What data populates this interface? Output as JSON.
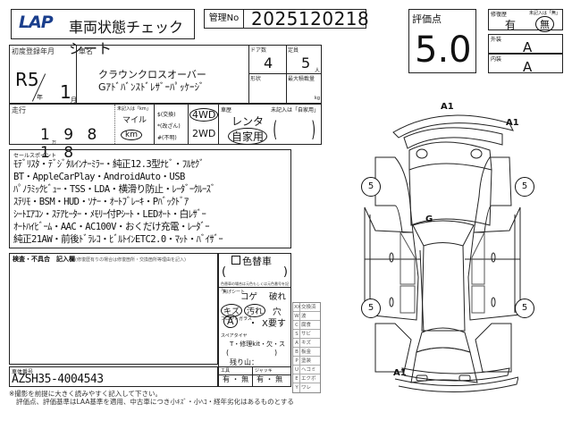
{
  "header": {
    "logo": "LAP",
    "title": "車両状態チェックシート",
    "management_no_label": "管理No",
    "management_no": "2025120218"
  },
  "grade": {
    "label": "評価点",
    "value": "5.0"
  },
  "repair_history": {
    "label": "修復歴",
    "note": "未記入は「無」",
    "option_yes": "有",
    "option_no": "無",
    "selected": "無"
  },
  "exterior": {
    "label": "外装",
    "value": "A"
  },
  "interior": {
    "label": "内装",
    "value": "A"
  },
  "registration": {
    "label": "初度登録年月",
    "era_year": "R5",
    "year_unit": "年",
    "month": "1",
    "month_unit": "月"
  },
  "car_name": {
    "label": "車名",
    "line1": "クラウンクロスオーバー",
    "line2": "Gｱﾄﾞﾊﾞﾝｽﾄﾞﾚｻﾞｰﾊﾟｯｹｰｼﾞ"
  },
  "doors": {
    "label": "ドア数",
    "value": "4"
  },
  "capacity": {
    "label": "定員",
    "value": "5",
    "unit": "人"
  },
  "shape": {
    "label": "形状",
    "value": ""
  },
  "max_load": {
    "label": "最大積載量",
    "value": "",
    "unit": "kg"
  },
  "mileage": {
    "label": "走行",
    "value": "19818",
    "display": "1 9 8 1 8",
    "man_unit": "万",
    "unit_note": "未記入は「km」",
    "unit_mile": "マイル",
    "unit_km": "km",
    "selected_unit": "km",
    "symbols": [
      "$(交換)",
      "*(改ざん)",
      "#(不明)"
    ]
  },
  "drive": {
    "opt_4wd": "4WD",
    "opt_2wd": "2WD",
    "selected": "4WD"
  },
  "usage": {
    "label": "車歴",
    "note": "未記入は「自家用」",
    "opt_rental": "レンタ",
    "opt_private": "自家用",
    "selected": "自家用",
    "paren_open": "(",
    "paren_close": ")"
  },
  "sales_points": {
    "label": "セールスポイント",
    "lines": [
      "ﾓﾃﾞﾘｽﾀ・ﾃﾞｼﾞﾀﾙｲﾝﾅｰﾐﾗｰ・純正12.3型ﾅﾋﾞ・ﾌﾙｾｸﾞ",
      "BT・AppleCarPlay・AndroidAuto・USB",
      "ﾊﾟﾉﾗﾐｯｸﾋﾞｭｰ・TSS・LDA・横滑り防止・ﾚｰﾀﾞｰｸﾙｰｽﾞ",
      "ｽﾃﾘﾓ・BSM・HUD・ｿﾅｰ・ｵｰﾄﾌﾞﾚｰｷ・Pﾊﾞｯｸﾄﾞｱ",
      "ｼｰﾄｴｱｺﾝ・ｽﾃｱﾋｰﾀｰ・ﾒﾓﾘｰ付Pｼｰﾄ・LEDｵｰﾄ・白ﾚｻﾞｰ",
      "ｵｰﾄﾊｲﾋﾞｰﾑ・AAC・AC100V・おくだけ充電・ﾚｰﾀﾞｰ",
      "純正21AW・前後ﾄﾞﾗﾚｺ・ﾋﾞﾙﾄｲﾝETC2.0・ﾏｯﾄ・ﾊﾞｲｻﾞｰ"
    ]
  },
  "inspection": {
    "label": "検査・不具合　記入欄",
    "note": "(修復歴有りの場合は修復箇所・交換箇所等理由を記入)",
    "content": ""
  },
  "repaint": {
    "label": "色替車",
    "checked": false,
    "paren_open": "(",
    "paren_close": ")",
    "note": "色替車の場合は元色もしくは元色番号を記入"
  },
  "interior_condition": {
    "seat_label": "焦げシート",
    "burn": "コゲ",
    "tear": "破れ",
    "scratch": "キズ",
    "stain": "汚れ",
    "hole": "穴",
    "circled": [
      "キズ",
      "汚れ"
    ]
  },
  "windshield": {
    "label": "フロントガラス",
    "opt_a": "A",
    "dot": "・",
    "opt_x": "X要す",
    "selected": "A"
  },
  "spare_tire": {
    "label": "スペアタイヤ",
    "options": "T・修理kit・欠・ス",
    "paren_open": "(",
    "paren_close": ")",
    "remaining_label": "残り山："
  },
  "legend": {
    "rows": [
      {
        "code": "XX",
        "text": "交換済"
      },
      {
        "code": "W",
        "text": "波"
      },
      {
        "code": "C",
        "text": "腐食"
      },
      {
        "code": "S",
        "text": "サビ"
      },
      {
        "code": "A",
        "text": "キズ"
      },
      {
        "code": "B",
        "text": "板金"
      },
      {
        "code": "P",
        "text": "塗装"
      },
      {
        "code": "U",
        "text": "ヘコミ"
      },
      {
        "code": "E",
        "text": "エクボ"
      },
      {
        "code": "Y",
        "text": "ワレ"
      }
    ]
  },
  "chassis": {
    "label": "車体番号",
    "value": "AZSH35-4004543"
  },
  "tools": {
    "label": "工具",
    "value": "有 ・ 無"
  },
  "jack": {
    "label": "ジャッキ",
    "value": "有 ・ 無"
  },
  "footnotes": {
    "line1": "※撮影を前提に大きく読みやすく記入して下さい。",
    "line2": "評価点、評価基準はLAA基準を適用、中古車につき小ｷｽﾞ・小ﾍｺ・経年劣化はあるものとする"
  },
  "diagram": {
    "marks": [
      {
        "id": "front-bumper",
        "label": "A1"
      },
      {
        "id": "front-bumper-corner",
        "label": "A1"
      },
      {
        "id": "windshield",
        "label": "G"
      },
      {
        "id": "rear-bumper",
        "label": "A1"
      }
    ],
    "tires": [
      {
        "id": "front-left",
        "value": "5"
      },
      {
        "id": "front-right",
        "value": "5"
      },
      {
        "id": "rear-left",
        "value": "5"
      },
      {
        "id": "rear-right",
        "value": "5"
      }
    ]
  }
}
